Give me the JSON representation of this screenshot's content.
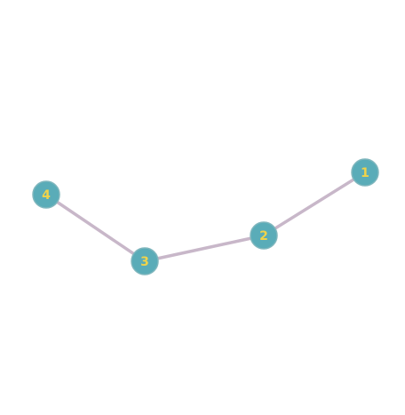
{
  "graph": {
    "nodes": [
      {
        "id": "1",
        "label": "1"
      },
      {
        "id": "2",
        "label": "2"
      },
      {
        "id": "3",
        "label": "3"
      },
      {
        "id": "4",
        "label": "4"
      }
    ],
    "edges": [
      {
        "source": "1",
        "target": "2"
      },
      {
        "source": "2",
        "target": "3"
      },
      {
        "source": "3",
        "target": "4"
      }
    ]
  },
  "colors": {
    "node_fill": "#5aacb8",
    "node_stroke": "#7fb6bd",
    "node_label": "#f0d34a",
    "edge": "#c8b7c9",
    "background": "#ffffff"
  }
}
